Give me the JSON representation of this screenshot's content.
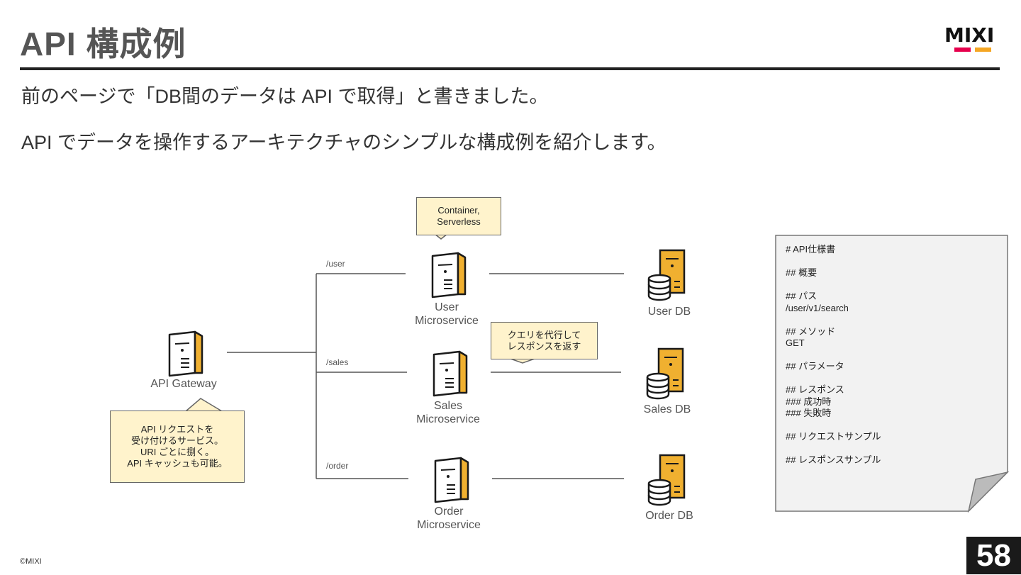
{
  "slide": {
    "title": "API 構成例",
    "intro_line1": "前のページで「DB間のデータは API で取得」と書きました。",
    "intro_line2": "API でデータを操作するアーキテクチャのシンプルな構成例を紹介します。",
    "copyright": "©MIXI",
    "page_number": "58"
  },
  "logo": {
    "text": "MIXI",
    "bar_colors": [
      "#e6004c",
      "#f5a623"
    ]
  },
  "colors": {
    "server_fill": "#f0b030",
    "callout_fill": "#fff3cc",
    "line": "#555555",
    "spec_fill": "#f2f2f2"
  },
  "diagram": {
    "gateway": {
      "label": "API Gateway",
      "icon": "server-icon",
      "callout_lines": [
        "API リクエストを",
        "受け付けるサービス。",
        "URI ごとに捌く。",
        "API キャッシュも可能。"
      ]
    },
    "container_callout_lines": [
      "Container,",
      "Serverless"
    ],
    "query_callout_lines": [
      "クエリを代行して",
      "レスポンスを返す"
    ],
    "services": [
      {
        "path": "/user",
        "name_line1": "User",
        "name_line2": "Microservice",
        "db": "User DB"
      },
      {
        "path": "/sales",
        "name_line1": "Sales",
        "name_line2": "Microservice",
        "db": "Sales DB"
      },
      {
        "path": "/order",
        "name_line1": "Order",
        "name_line2": "Microservice",
        "db": "Order DB"
      }
    ],
    "spec_lines": [
      "# API仕様書",
      "",
      "## 概要",
      "",
      "## パス",
      "/user/v1/search",
      "",
      "## メソッド",
      "GET",
      "",
      "## パラメータ",
      "",
      "## レスポンス",
      "### 成功時",
      "### 失敗時",
      "",
      "## リクエストサンプル",
      "",
      "## レスポンスサンプル"
    ]
  }
}
